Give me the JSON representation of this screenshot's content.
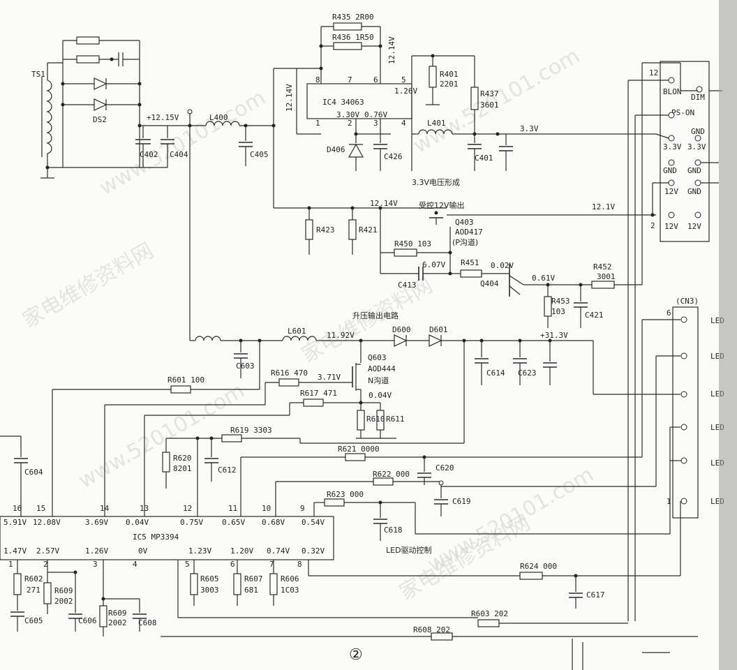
{
  "watermark": {
    "url": "www.520101.com",
    "cn": "家电维修资料网"
  },
  "page_number": "②",
  "ic4": {
    "name": "IC4 34063",
    "pins": [
      "8",
      "7",
      "6",
      "5",
      "1",
      "2",
      "3",
      "4"
    ],
    "v_pin6": "12.14V",
    "v_pin5": "1.26V",
    "v_pin2": "3.30V",
    "v_pin3": "0.76V"
  },
  "ic5": {
    "name": "IC5 MP3394",
    "top_pins": [
      "16",
      "15",
      "14",
      "13",
      "12",
      "11",
      "10",
      "9"
    ],
    "top_v": [
      "5.91V",
      "12.08V",
      "3.69V",
      "0.04V",
      "0.75V",
      "0.65V",
      "0.68V",
      "0.54V"
    ],
    "bot_pins": [
      "1",
      "2",
      "3",
      "4",
      "5",
      "6",
      "7",
      "8"
    ],
    "bot_v": [
      "1.47V",
      "2.57V",
      "1.26V",
      "0V",
      "1.23V",
      "1.20V",
      "0.74V",
      "0.32V"
    ]
  },
  "components": {
    "TS1": "TS1",
    "DS2": "DS2",
    "C402": "C402",
    "C404": "C404",
    "L400": "L400",
    "C405": "C405",
    "R435": "R435 2R00",
    "R436": "R436 1R50",
    "D406": "D406",
    "C426": "C426",
    "L401": "L401",
    "R401": "R401",
    "R401v": "2201",
    "R437": "R437",
    "R437v": "3601",
    "C401": "C401",
    "R423": "R423",
    "R421": "R421",
    "Q403": "Q403",
    "Q403m": "AOD417",
    "Q403t": "(P沟道)",
    "R450": "R450 103",
    "C413": "C413",
    "R451": "R451",
    "Q404": "Q404",
    "R453": "R453",
    "R453v": "103",
    "C421": "C421",
    "R452": "R452",
    "R452v": "3001",
    "L601": "L601",
    "C603": "C603",
    "D600": "D600",
    "D601": "D601",
    "C614": "C614",
    "C623": "C623",
    "R601": "R601 100",
    "R616": "R616 470",
    "Q603": "Q603",
    "Q603m": "AOD444",
    "Q603t": "N沟道",
    "R617": "R617 471",
    "R610": "R610",
    "R611": "R611",
    "R619": "R619 3303",
    "R620": "R620",
    "R620v": "8201",
    "C612": "C612",
    "R621": "R621 0000",
    "C620": "C620",
    "R622": "R622 000",
    "C619": "C619",
    "R623": "R623 000",
    "C618": "C618",
    "C604": "C604",
    "R602": "R602",
    "R602v": "271",
    "R609a": "R609",
    "R609av": "2002",
    "C605": "C605",
    "C606": "C606",
    "R609b": "R609",
    "R609bv": "2002",
    "C608": "C608",
    "R605": "R605",
    "R605v": "3003",
    "R607": "R607",
    "R607v": "681",
    "R606": "R606",
    "R606v": "1C03",
    "R624": "R624 000",
    "C617": "C617",
    "R603": "R603 202",
    "R608": "R608 202",
    "C421b": "C421"
  },
  "voltages": {
    "v1215": "+12.15V",
    "v1214a": "12.14V",
    "v1214b": "12.14V",
    "v1214c": "12.14V",
    "v33": "3.3V",
    "v121": "12.1V",
    "v607": "6.07V",
    "v002": "0.02V",
    "v061": "0.61V",
    "v1192": "11.92V",
    "v313": "+31.3V",
    "v371": "3.71V",
    "v004": "0.04V"
  },
  "labels": {
    "sec33": "3.3V电压形成",
    "sec12": "受控12V输出",
    "secboost": "升压输出电路",
    "secled": "LED驱动控制"
  },
  "connector_top": {
    "pins": [
      "12",
      "2"
    ],
    "left": [
      "BLON",
      "PS-ON",
      "3.3V",
      "GND",
      "12V",
      "12V"
    ],
    "right": [
      "DIM",
      "GND",
      "3.3V",
      "GND",
      "GND",
      "12V"
    ]
  },
  "connector_cn3": {
    "name": "(CN3)",
    "pins": [
      "6",
      "1"
    ],
    "edge": [
      "LED",
      "LED",
      "LED",
      "LED",
      "LED",
      "LED"
    ]
  }
}
